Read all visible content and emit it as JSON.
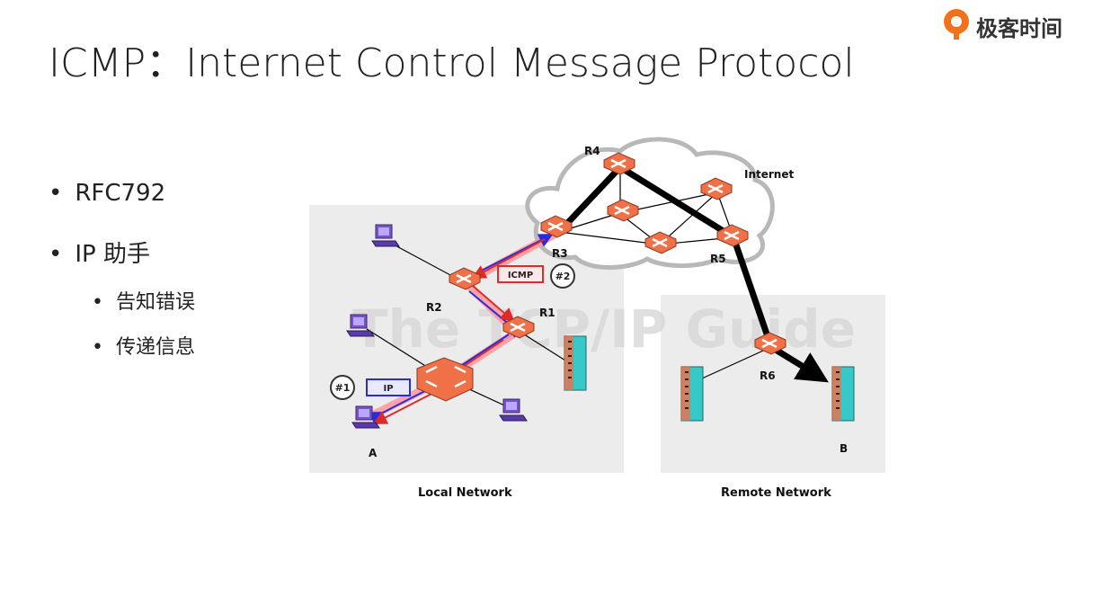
{
  "slide": {
    "title": "ICMP：Internet Control Message Protocol",
    "brand": "极客时间",
    "bullets": [
      {
        "text": "RFC792"
      },
      {
        "text": "IP 助手",
        "children": [
          "告知错误",
          "传递信息"
        ]
      }
    ]
  },
  "diagram": {
    "watermark": "The TCP/IP Guide",
    "labels": {
      "r1": "R1",
      "r2": "R2",
      "r3": "R3",
      "r4": "R4",
      "r5": "R5",
      "r6": "R6",
      "internet": "Internet",
      "host_a": "A",
      "host_b": "B",
      "icmp_tag": "ICMP",
      "ip_tag": "IP",
      "step1": "#1",
      "step2": "#2",
      "local_network": "Local Network",
      "remote_network": "Remote Network"
    },
    "colors": {
      "router_fill": "#f07048",
      "router_icon": "#ffffff",
      "host_purple": "#7a52c8",
      "server_teal": "#38c8c8",
      "ip_arrow": "#2a2ae0",
      "icmp_arrow": "#e02a2a",
      "pink_path": "#ff9aa0",
      "panel_gray": "#ececec"
    }
  }
}
